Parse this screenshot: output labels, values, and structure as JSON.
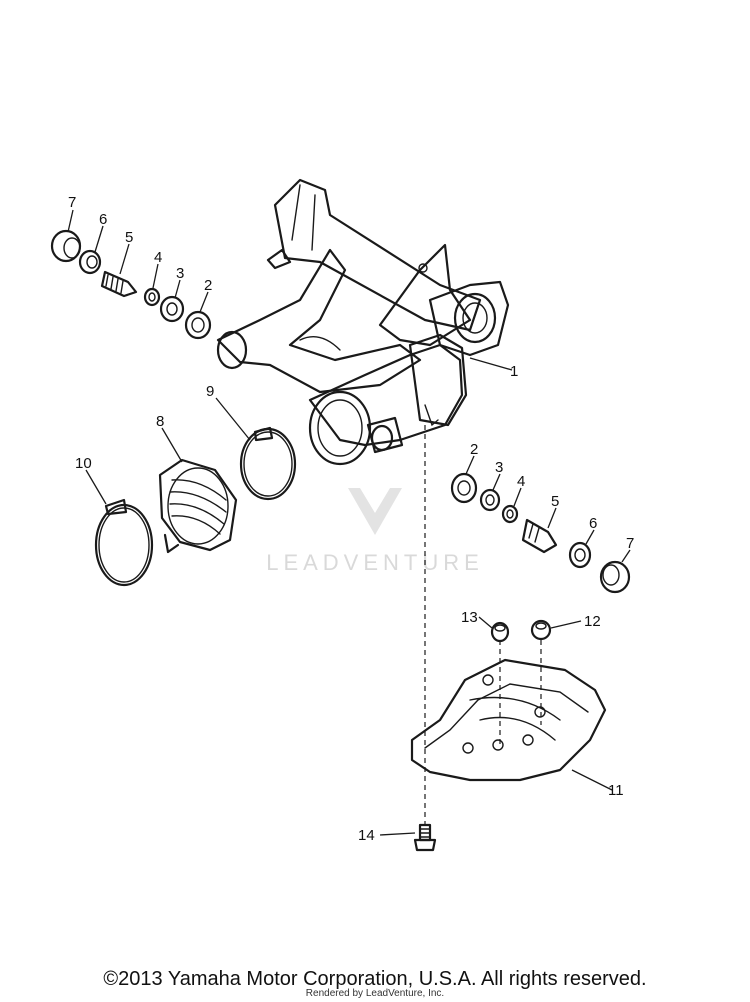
{
  "watermark": {
    "brand": "LEADVENTURE"
  },
  "callouts": {
    "c1": "1",
    "c2a": "2",
    "c2b": "2",
    "c3a": "3",
    "c3b": "3",
    "c4a": "4",
    "c4b": "4",
    "c5a": "5",
    "c5b": "5",
    "c6a": "6",
    "c6b": "6",
    "c7a": "7",
    "c7b": "7",
    "c8": "8",
    "c9": "9",
    "c10": "10",
    "c11": "11",
    "c12": "12",
    "c13": "13",
    "c14": "14"
  },
  "footer": {
    "copyright": "©2013 Yamaha Motor Corporation, U.S.A. All rights reserved.",
    "rendered_by": "Rendered by LeadVenture, Inc."
  }
}
